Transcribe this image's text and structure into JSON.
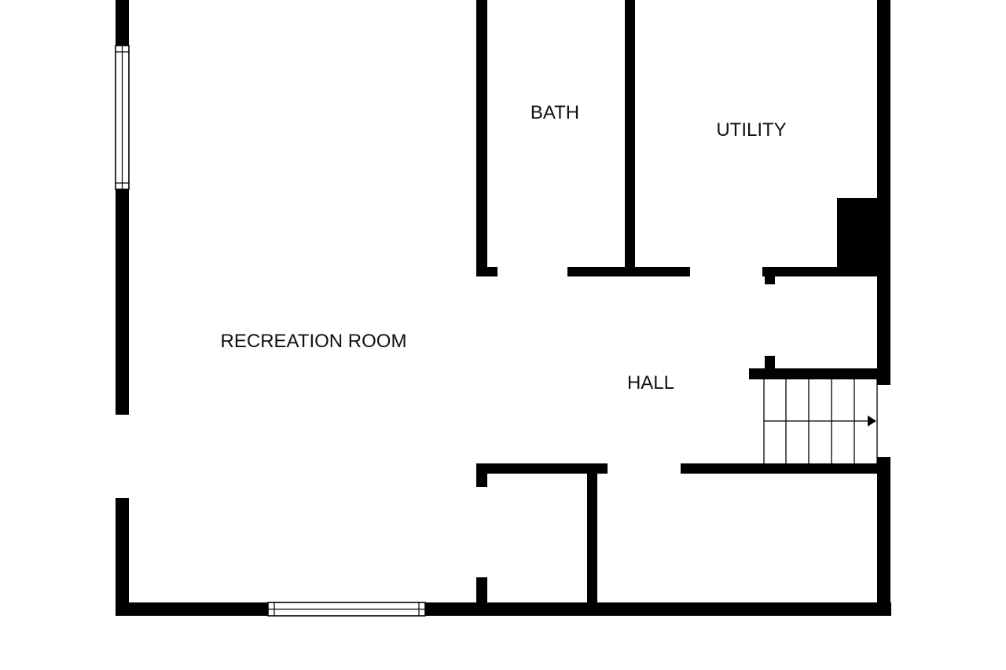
{
  "rooms": {
    "bath": "BATH",
    "utility": "UTILITY",
    "recreation_room": "RECREATION ROOM",
    "hall": "HALL"
  },
  "colors": {
    "wall": "#000000",
    "background": "#ffffff",
    "label": "#111111"
  },
  "stairs": {
    "direction": "right",
    "icon": "stair-arrow-icon"
  }
}
